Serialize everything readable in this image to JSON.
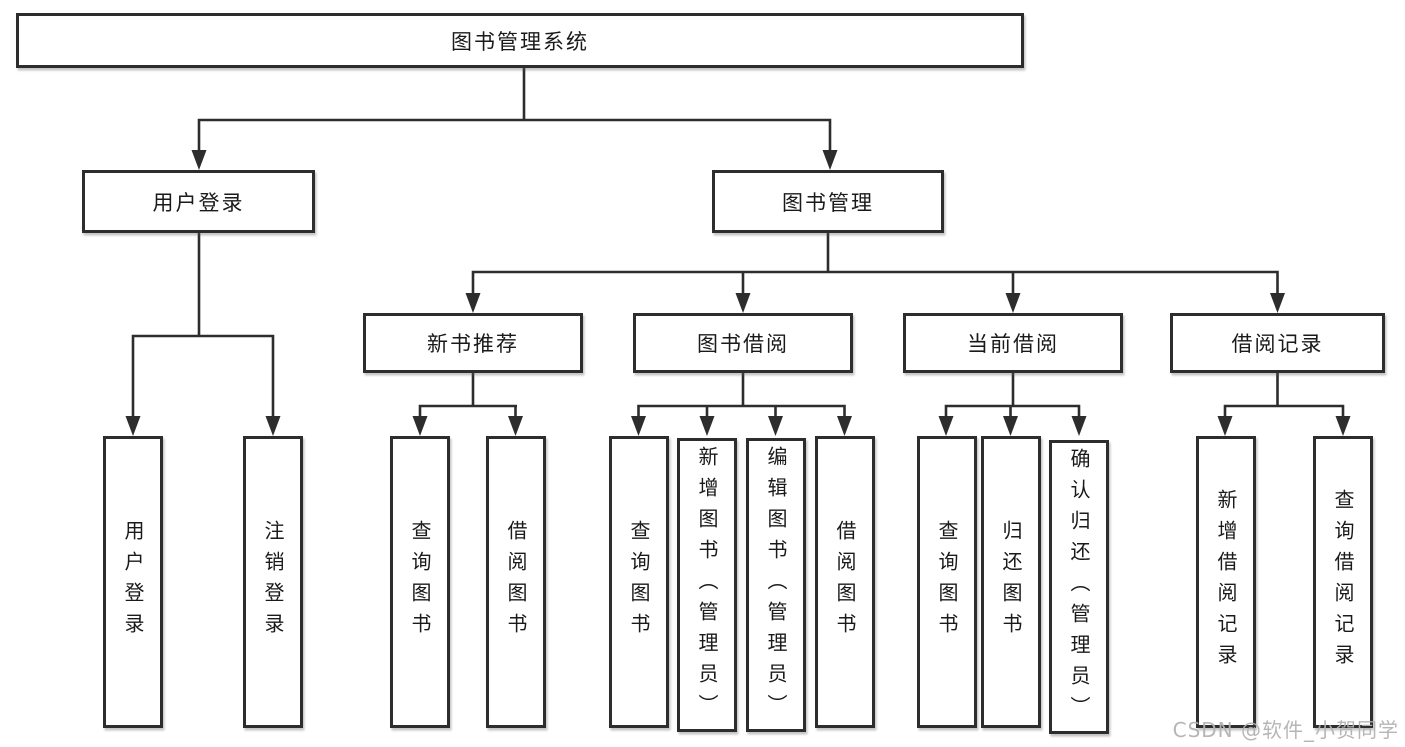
{
  "tree": {
    "label": "图书管理系统",
    "children": [
      {
        "label": "用户登录",
        "children": [
          {
            "label": "用户登录"
          },
          {
            "label": "注销登录"
          }
        ]
      },
      {
        "label": "图书管理",
        "children": [
          {
            "label": "新书推荐",
            "children": [
              {
                "label": "查询图书"
              },
              {
                "label": "借阅图书"
              }
            ]
          },
          {
            "label": "图书借阅",
            "children": [
              {
                "label": "查询图书"
              },
              {
                "label": "新增图书（管理员）"
              },
              {
                "label": "编辑图书（管理员）"
              },
              {
                "label": "借阅图书"
              }
            ]
          },
          {
            "label": "当前借阅",
            "children": [
              {
                "label": "查询图书"
              },
              {
                "label": "归还图书"
              },
              {
                "label": "确认归还（管理员）"
              }
            ]
          },
          {
            "label": "借阅记录",
            "children": [
              {
                "label": "新增借阅记录"
              },
              {
                "label": "查询借阅记录"
              }
            ]
          }
        ]
      }
    ]
  },
  "watermark": {
    "text": "CSDN @软件_小贺同学",
    "color": "#b8b8b8"
  },
  "colors": {
    "background": "#ffffff",
    "line": "#2d2d2d",
    "box_border": "#2d2d2d",
    "text": "#1a1a1a"
  }
}
